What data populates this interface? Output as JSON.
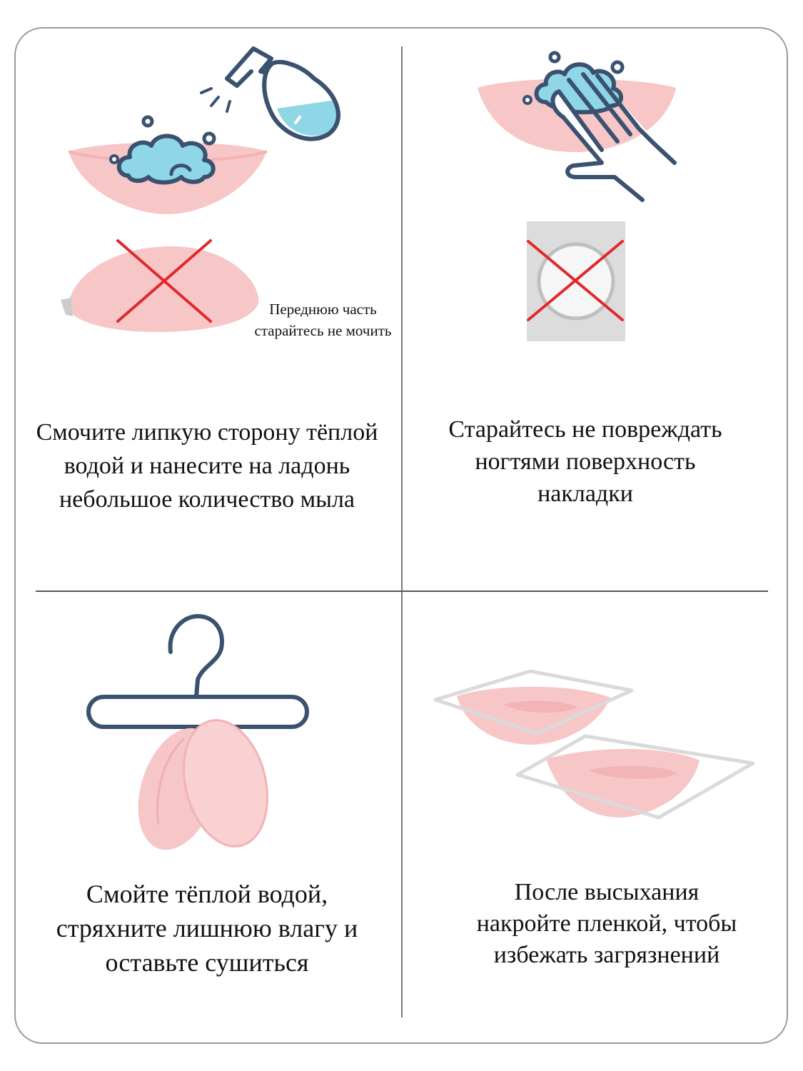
{
  "steps": [
    {
      "caption": "Смочите липкую сторону тёплой водой и нанесите на ладонь небольшое количество мыла",
      "note": "Переднюю часть старайтесь не мочить",
      "icons": [
        "cup-with-foam-icon",
        "spray-bottle-icon",
        "cup-crossed-icon"
      ]
    },
    {
      "caption": "Старайтесь не повреждать ногтями поверхность накладки",
      "icons": [
        "hand-washing-cup-icon",
        "cotton-pad-crossed-icon"
      ]
    },
    {
      "caption": "Смойте тёплой водой, стряхните лишнюю влагу и оставьте сушиться",
      "icons": [
        "hanger-icon",
        "drying-cups-icon"
      ]
    },
    {
      "caption": "После высыхания накройте пленкой, чтобы избежать загрязнений",
      "icons": [
        "cups-with-film-icon"
      ]
    }
  ],
  "colors": {
    "cup_pink": "#f7c6c7",
    "foam_blue": "#8fd6e6",
    "outline_navy": "#3a5170",
    "cross_red": "#e0292d"
  }
}
